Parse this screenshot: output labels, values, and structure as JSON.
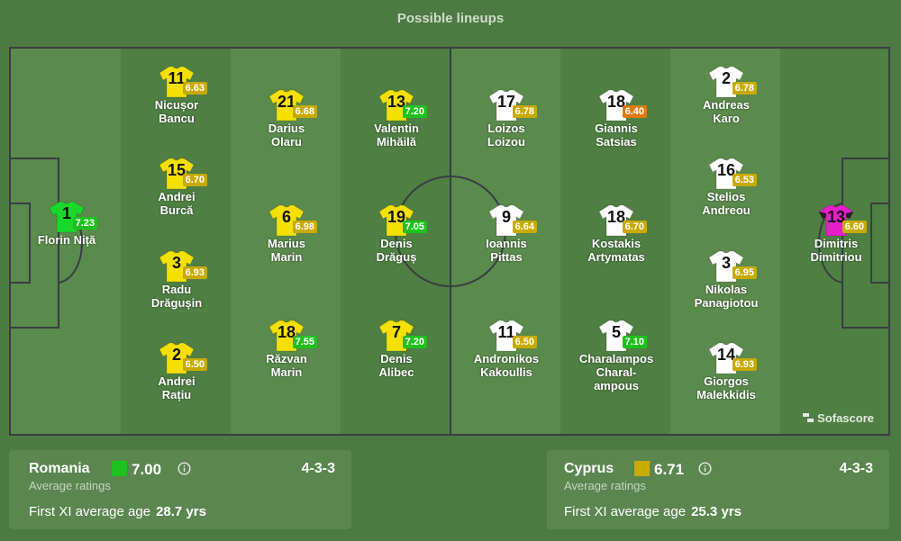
{
  "header": {
    "title": "Possible lineups"
  },
  "pitch": {
    "logo": "Sofascore",
    "logo_icon": "sofascore-logo-icon"
  },
  "colors": {
    "rating_green": "#1dc21d",
    "rating_yellow": "#c9aa00",
    "rating_orange": "#e07a0f",
    "home_shirt": "#f5e100",
    "home_gk_shirt": "#19d82a",
    "away_shirt": "#ffffff",
    "away_gk_shirt": "#e61ec8"
  },
  "players": [
    {
      "number": "1",
      "rating": "7.23",
      "name1": "Florin Niță",
      "name2": "",
      "team": "home",
      "gk": true
    },
    {
      "number": "11",
      "rating": "6.63",
      "name1": "Nicușor",
      "name2": "Bancu",
      "team": "home"
    },
    {
      "number": "15",
      "rating": "6.70",
      "name1": "Andrei",
      "name2": "Burcă",
      "team": "home"
    },
    {
      "number": "3",
      "rating": "6.93",
      "name1": "Radu",
      "name2": "Drăgușin",
      "team": "home"
    },
    {
      "number": "2",
      "rating": "6.50",
      "name1": "Andrei",
      "name2": "Rațiu",
      "team": "home"
    },
    {
      "number": "21",
      "rating": "6.68",
      "name1": "Darius",
      "name2": "Olaru",
      "team": "home"
    },
    {
      "number": "6",
      "rating": "6.98",
      "name1": "Marius",
      "name2": "Marin",
      "team": "home"
    },
    {
      "number": "18",
      "rating": "7.55",
      "name1": "Răzvan",
      "name2": "Marin",
      "team": "home"
    },
    {
      "number": "13",
      "rating": "7.20",
      "name1": "Valentin",
      "name2": "Mihăilă",
      "team": "home"
    },
    {
      "number": "19",
      "rating": "7.05",
      "name1": "Denis",
      "name2": "Drăguș",
      "team": "home"
    },
    {
      "number": "7",
      "rating": "7.20",
      "name1": "Denis",
      "name2": "Alibec",
      "team": "home"
    },
    {
      "number": "17",
      "rating": "6.78",
      "name1": "Loizos",
      "name2": "Loizou",
      "team": "away"
    },
    {
      "number": "9",
      "rating": "6.64",
      "name1": "Ioannis",
      "name2": "Pittas",
      "team": "away"
    },
    {
      "number": "11",
      "rating": "6.50",
      "name1": "Andronikos",
      "name2": "Kakoullis",
      "team": "away"
    },
    {
      "number": "18",
      "rating": "6.40",
      "name1": "Giannis",
      "name2": "Satsias",
      "team": "away"
    },
    {
      "number": "18",
      "rating": "6.70",
      "name1": "Kostakis",
      "name2": "Artymatas",
      "team": "away"
    },
    {
      "number": "5",
      "rating": "7.10",
      "name1": "Charalampos",
      "name2": "Charal-",
      "name3": "ampous",
      "team": "away"
    },
    {
      "number": "2",
      "rating": "6.78",
      "name1": "Andreas",
      "name2": "Karo",
      "team": "away"
    },
    {
      "number": "16",
      "rating": "6.53",
      "name1": "Stelios",
      "name2": "Andreou",
      "team": "away"
    },
    {
      "number": "3",
      "rating": "6.95",
      "name1": "Nikolas",
      "name2": "Panagiotou",
      "team": "away"
    },
    {
      "number": "14",
      "rating": "6.93",
      "name1": "Giorgos",
      "name2": "Malekkidis",
      "team": "away"
    },
    {
      "number": "13",
      "rating": "6.60",
      "name1": "Dimitris",
      "name2": "Dimitriou",
      "team": "away",
      "gk": true
    }
  ],
  "teams": {
    "home": {
      "name": "Romania",
      "avg": "7.00",
      "avg_label": "Average ratings",
      "formation": "4-3-3",
      "age_label": "First XI average age",
      "age": "28.7 yrs",
      "info_icon": "info-icon"
    },
    "away": {
      "name": "Cyprus",
      "avg": "6.71",
      "avg_label": "Average ratings",
      "formation": "4-3-3",
      "age_label": "First XI average age",
      "age": "25.3 yrs",
      "info_icon": "info-icon"
    }
  }
}
